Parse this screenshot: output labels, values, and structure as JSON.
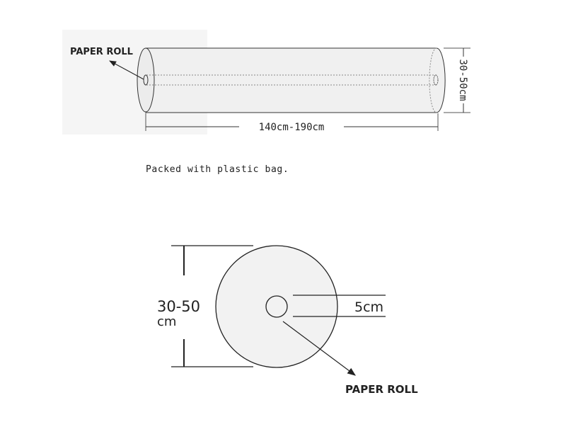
{
  "side_view": {
    "roll_label": "PAPER ROLL",
    "length_label": "140cm-190cm",
    "diameter_label": "30-50cm"
  },
  "packing_note": "Packed with plastic bag.",
  "end_view": {
    "diameter_label_line1": "30-50",
    "diameter_label_line2": "cm",
    "core_label": "5cm",
    "roll_label": "PAPER ROLL"
  }
}
